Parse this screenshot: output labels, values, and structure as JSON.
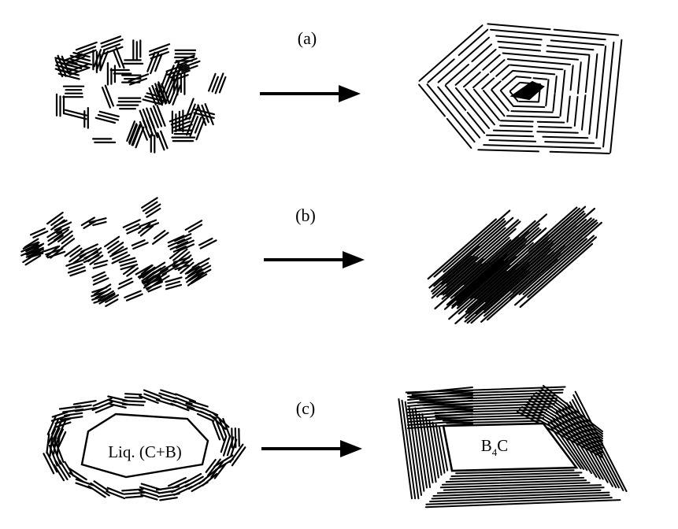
{
  "panels": [
    {
      "label": "(a)"
    },
    {
      "label": "(b)"
    },
    {
      "label": "(c)",
      "liquid_label": "Liq. (C+B)",
      "product_main": "B",
      "product_sub": "4",
      "product_tail": "C"
    }
  ],
  "colors": {
    "ink": "#000000",
    "background": "#ffffff"
  }
}
